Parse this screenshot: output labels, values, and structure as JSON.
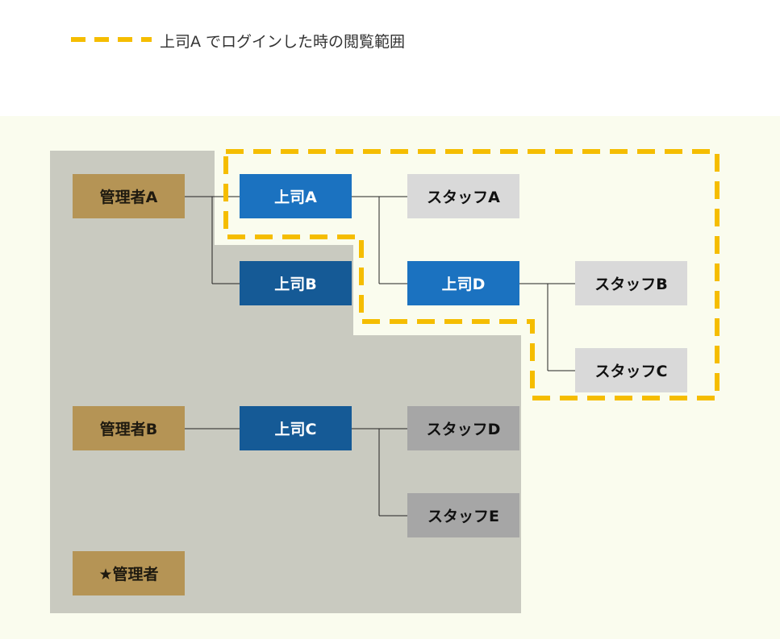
{
  "legend": {
    "text": "上司A でログインした時の閲覧範囲",
    "line_color": "#f5bd00"
  },
  "colors": {
    "panel_bg": "#fafcee",
    "gray_area": "#c9cac0",
    "admin": "#b59455",
    "boss": "#1b72c0",
    "boss_out_of_scope": "#155a96",
    "staff": "#d9d9d9",
    "staff_out_of_scope": "#a6a6a6",
    "dash": "#f5bd00"
  },
  "nodes": {
    "admin_a": "管理者A",
    "admin_b": "管理者B",
    "admin_star": "★管理者",
    "boss_a": "上司A",
    "boss_b": "上司B",
    "boss_c": "上司C",
    "boss_d": "上司D",
    "staff_a": "スタッフA",
    "staff_b": "スタッフB",
    "staff_c": "スタッフC",
    "staff_d": "スタッフD",
    "staff_e": "スタッフE"
  },
  "hierarchy": [
    {
      "parent": "管理者A",
      "children": [
        "上司A",
        "上司B"
      ]
    },
    {
      "parent": "上司A",
      "children": [
        "スタッフA",
        "上司D"
      ]
    },
    {
      "parent": "上司D",
      "children": [
        "スタッフB",
        "スタッフC"
      ]
    },
    {
      "parent": "管理者B",
      "children": [
        "上司C"
      ]
    },
    {
      "parent": "上司C",
      "children": [
        "スタッフD",
        "スタッフE"
      ]
    },
    {
      "parent": "★管理者",
      "children": []
    }
  ],
  "visible_scope_for_boss_a": [
    "上司A",
    "スタッフA",
    "上司D",
    "スタッフB",
    "スタッフC"
  ]
}
